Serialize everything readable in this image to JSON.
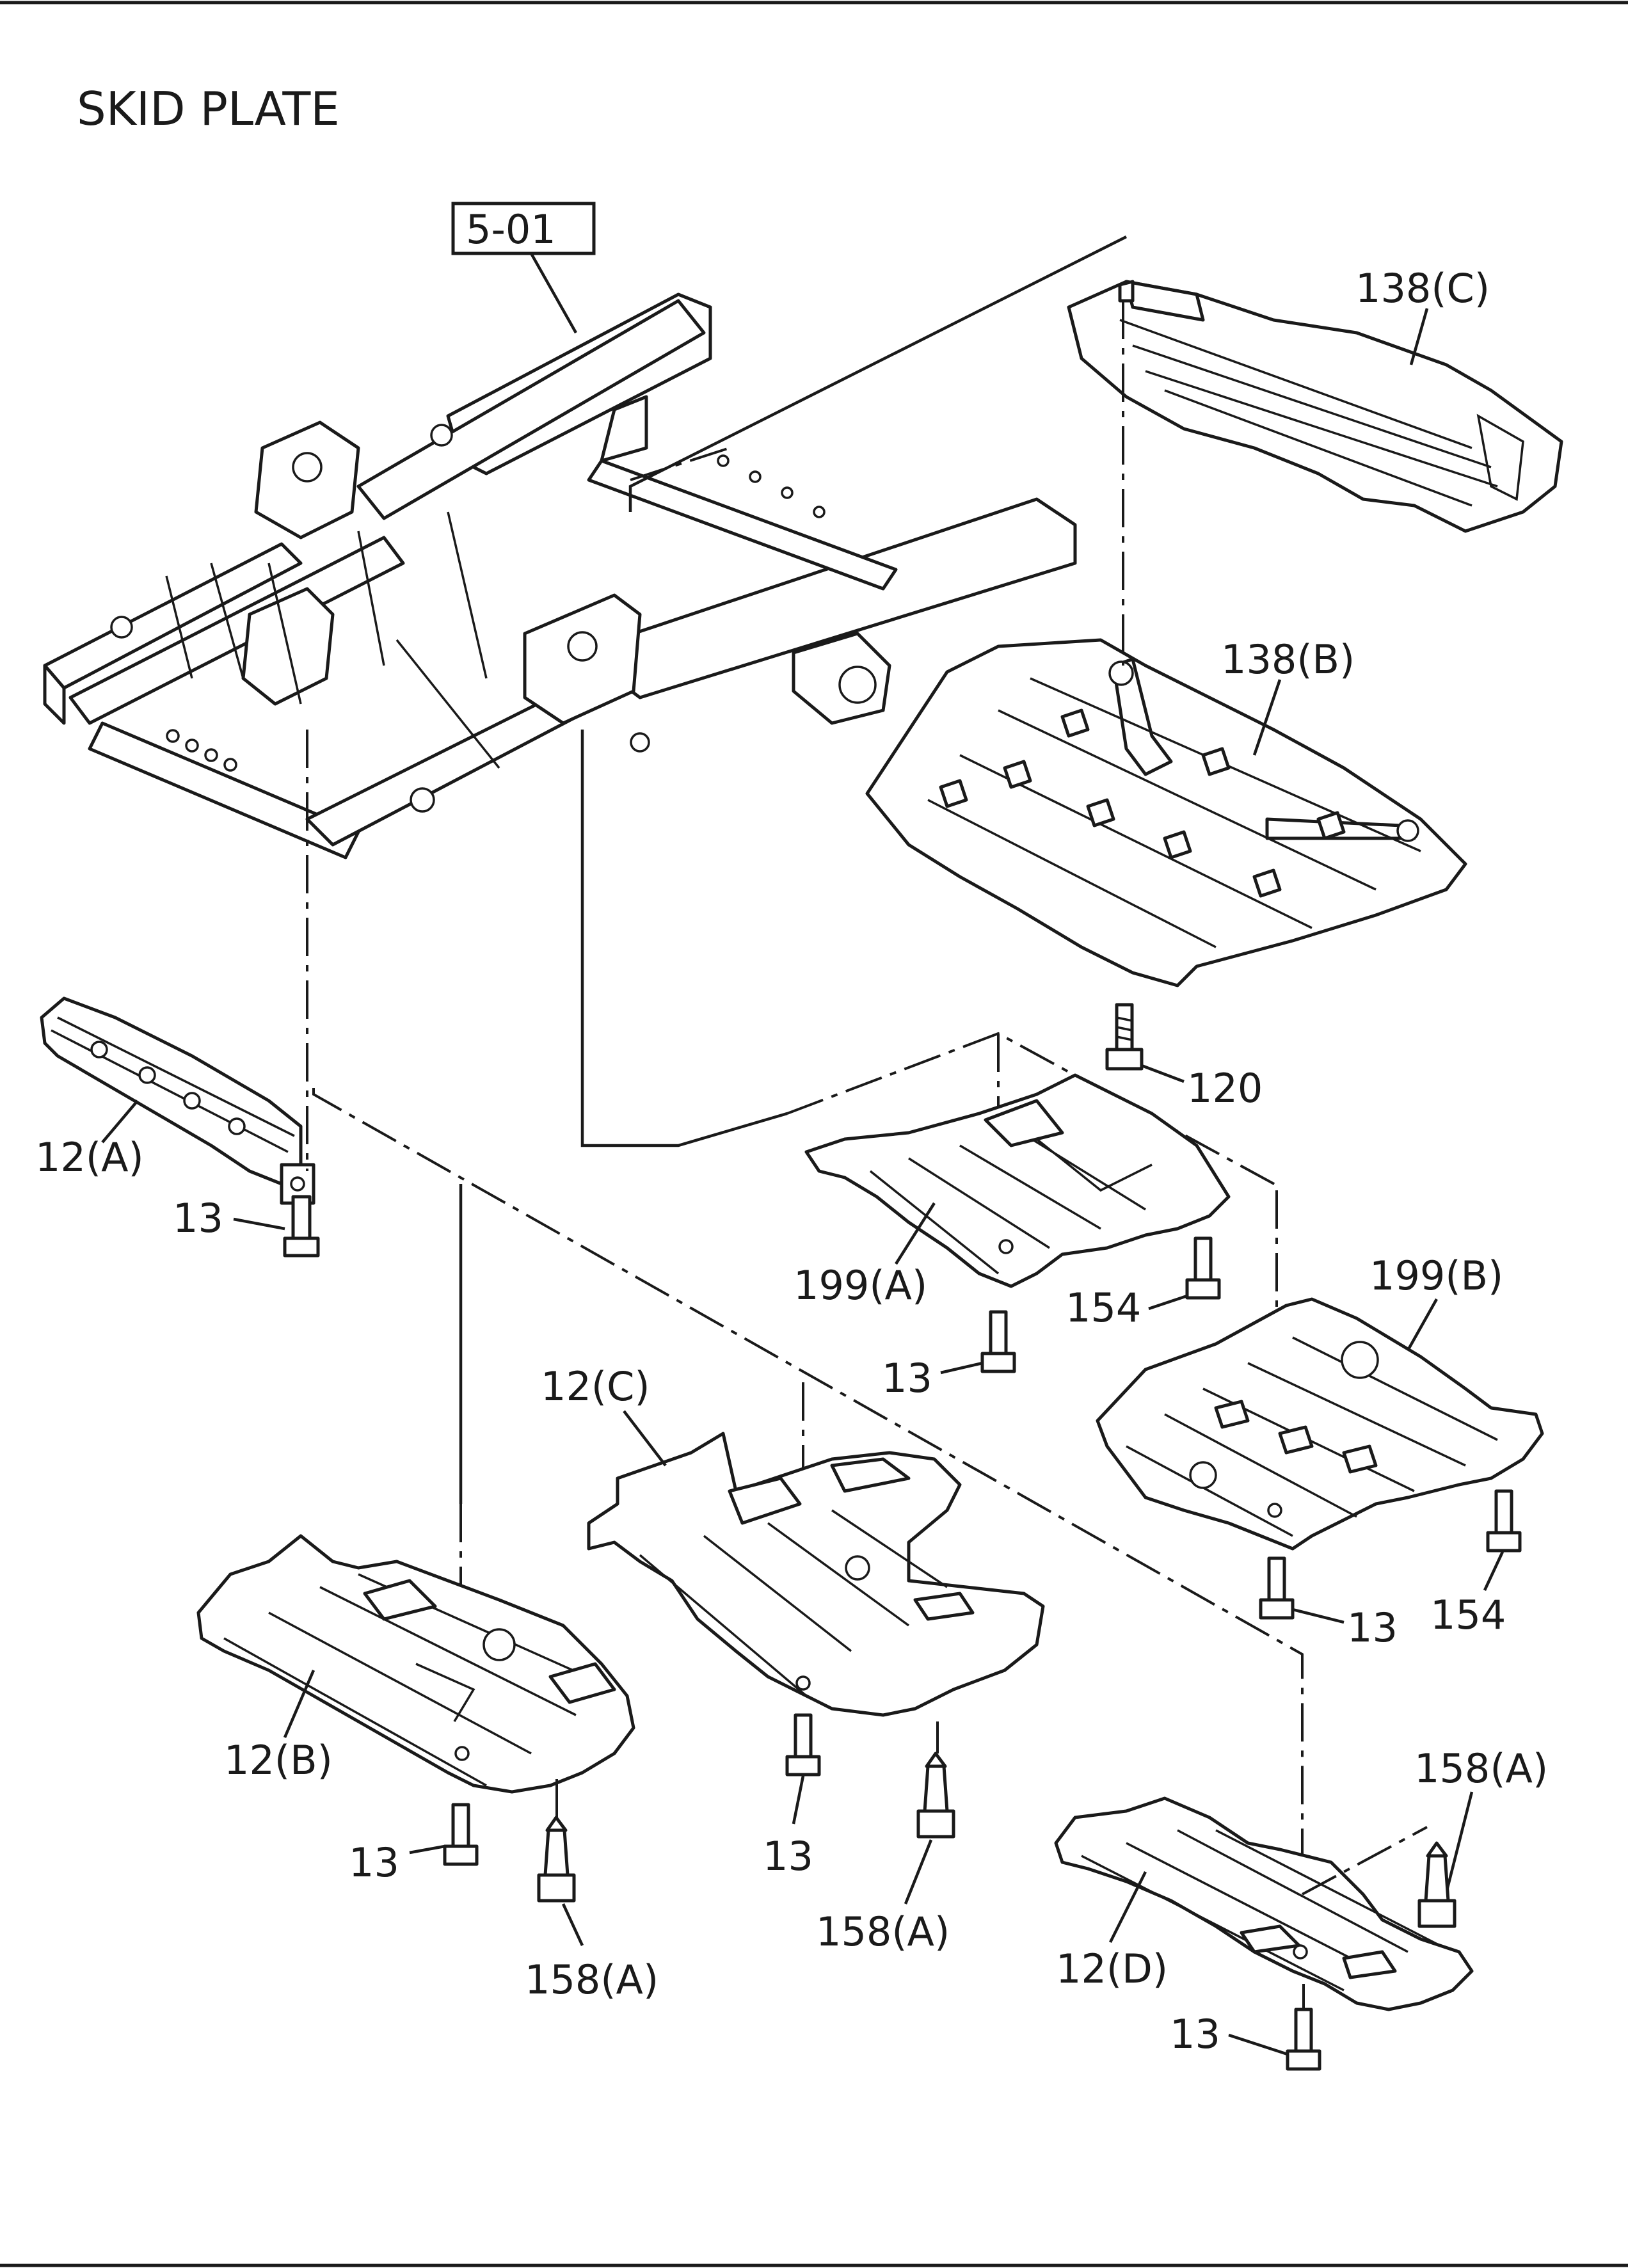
{
  "title": "SKID PLATE",
  "ref_box": "5-01",
  "labels": {
    "p138c": "138(C)",
    "p138b": "138(B)",
    "p120": "120",
    "p12a": "12(A)",
    "p13_a": "13",
    "p199a": "199(A)",
    "p154_a": "154",
    "p13_b": "13",
    "p199b": "199(B)",
    "p12c": "12(C)",
    "p13_c": "13",
    "p154_b": "154",
    "p12b": "12(B)",
    "p158a_a": "158(A)",
    "p13_d": "13",
    "p13_e": "13",
    "p158a_b": "158(A)",
    "p158a_c": "158(A)",
    "p12d": "12(D)",
    "p13_f": "13"
  }
}
